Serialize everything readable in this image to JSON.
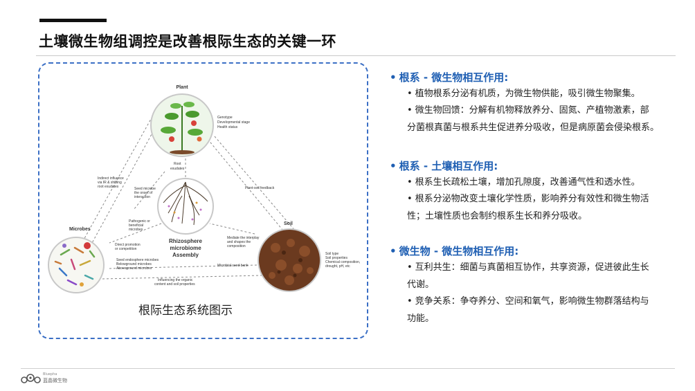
{
  "title": "土壤微生物组调控是改善根际生态的关键一环",
  "figure": {
    "caption": "根际生态系统图示",
    "nodes": {
      "plant": "Plant",
      "microbes": "Microbes",
      "soil": "Soil",
      "center_line1": "Rhizosphere",
      "center_line2": "microbiome",
      "center_line3": "Assembly"
    },
    "plant_notes": [
      "Genotype",
      "Developmental stage",
      "Health status"
    ],
    "soil_notes": [
      "Soil type",
      "Soil properties",
      "Chemical composition,",
      "drought, pH, etc"
    ],
    "root_exudates": [
      "Root",
      "exudates"
    ],
    "indirect_influence": [
      "Indirect influence",
      "via IR & shifting",
      "root exudates"
    ],
    "seed_microbe": [
      "Seed microbe",
      "the onset of",
      "interaction"
    ],
    "plant_soil_feedback": "Plant-soil feedback",
    "pathogenic": [
      "Pathogenic or",
      "beneficial",
      "microbes"
    ],
    "direct_promotion": [
      "Direct promotion",
      "or competition"
    ],
    "mediate": [
      "Mediate the interplay",
      "and shapes the",
      "composition"
    ],
    "seed_endosphere": [
      "Seed endosphere microbes",
      "Belowground microbes",
      "Aboveground microbes"
    ],
    "microbial_seed_bank": "Microbial seed bank",
    "influencing": [
      "Influencing the organic",
      "content and soil properties"
    ]
  },
  "sections": [
    {
      "title": "根系 - 微生物相互作用:",
      "items": [
        [
          "植物根系分泌有机质，为微生物供能，吸引微生物聚集。"
        ],
        [
          "微生物回馈：分解有机物释放养分、固氮、产植物激素，部",
          "分菌根真菌与根系共生促进养分吸收，但是病原菌会侵染根系。"
        ]
      ]
    },
    {
      "title": "根系 - 土壤相互作用:",
      "items": [
        [
          "根系生长疏松土壤，增加孔隙度，改善通气性和透水性。"
        ],
        [
          "根系分泌物改变土壤化学性质，影响养分有效性和微生物活",
          "性；土壤性质也会制约根系生长和养分吸收。"
        ]
      ]
    },
    {
      "title": "微生物 - 微生物相互作用:",
      "items": [
        [
          "互利共生：细菌与真菌相互协作，共享资源，促进彼此生长",
          "代谢。"
        ],
        [
          "竞争关系：争夺养分、空间和氧气，影响微生物群落结构与",
          "功能。"
        ]
      ]
    }
  ],
  "footer": {
    "logo_small": "Bluepha",
    "logo_text": "蓝晶微生物"
  },
  "colors": {
    "accent_blue": "#1f5fb3",
    "figure_border": "#3b6fc5",
    "soil_brown": "#6b3a1f"
  }
}
